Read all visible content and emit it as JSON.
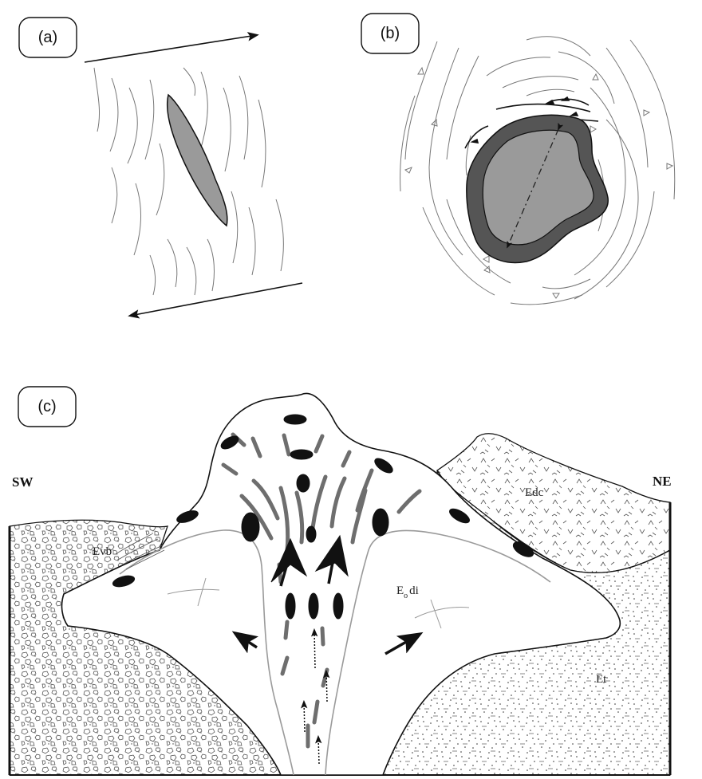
{
  "panels": {
    "a": {
      "label": "(a)"
    },
    "b": {
      "label": "(b)"
    },
    "c": {
      "label": "(c)"
    }
  },
  "orientation": {
    "left": "SW",
    "right": "NE"
  },
  "units": {
    "evb": "Evb",
    "edc": "Edc",
    "et": "Et",
    "eodi_main": "E",
    "eodi_sub": "o",
    "eodi_tail": "di"
  },
  "colors": {
    "clast_fill": "#9a9a9a",
    "rim_fill": "#555555",
    "enclave": "#111111",
    "schlieren": "#6e6e6e",
    "flow_line": "#9a9a9a"
  }
}
